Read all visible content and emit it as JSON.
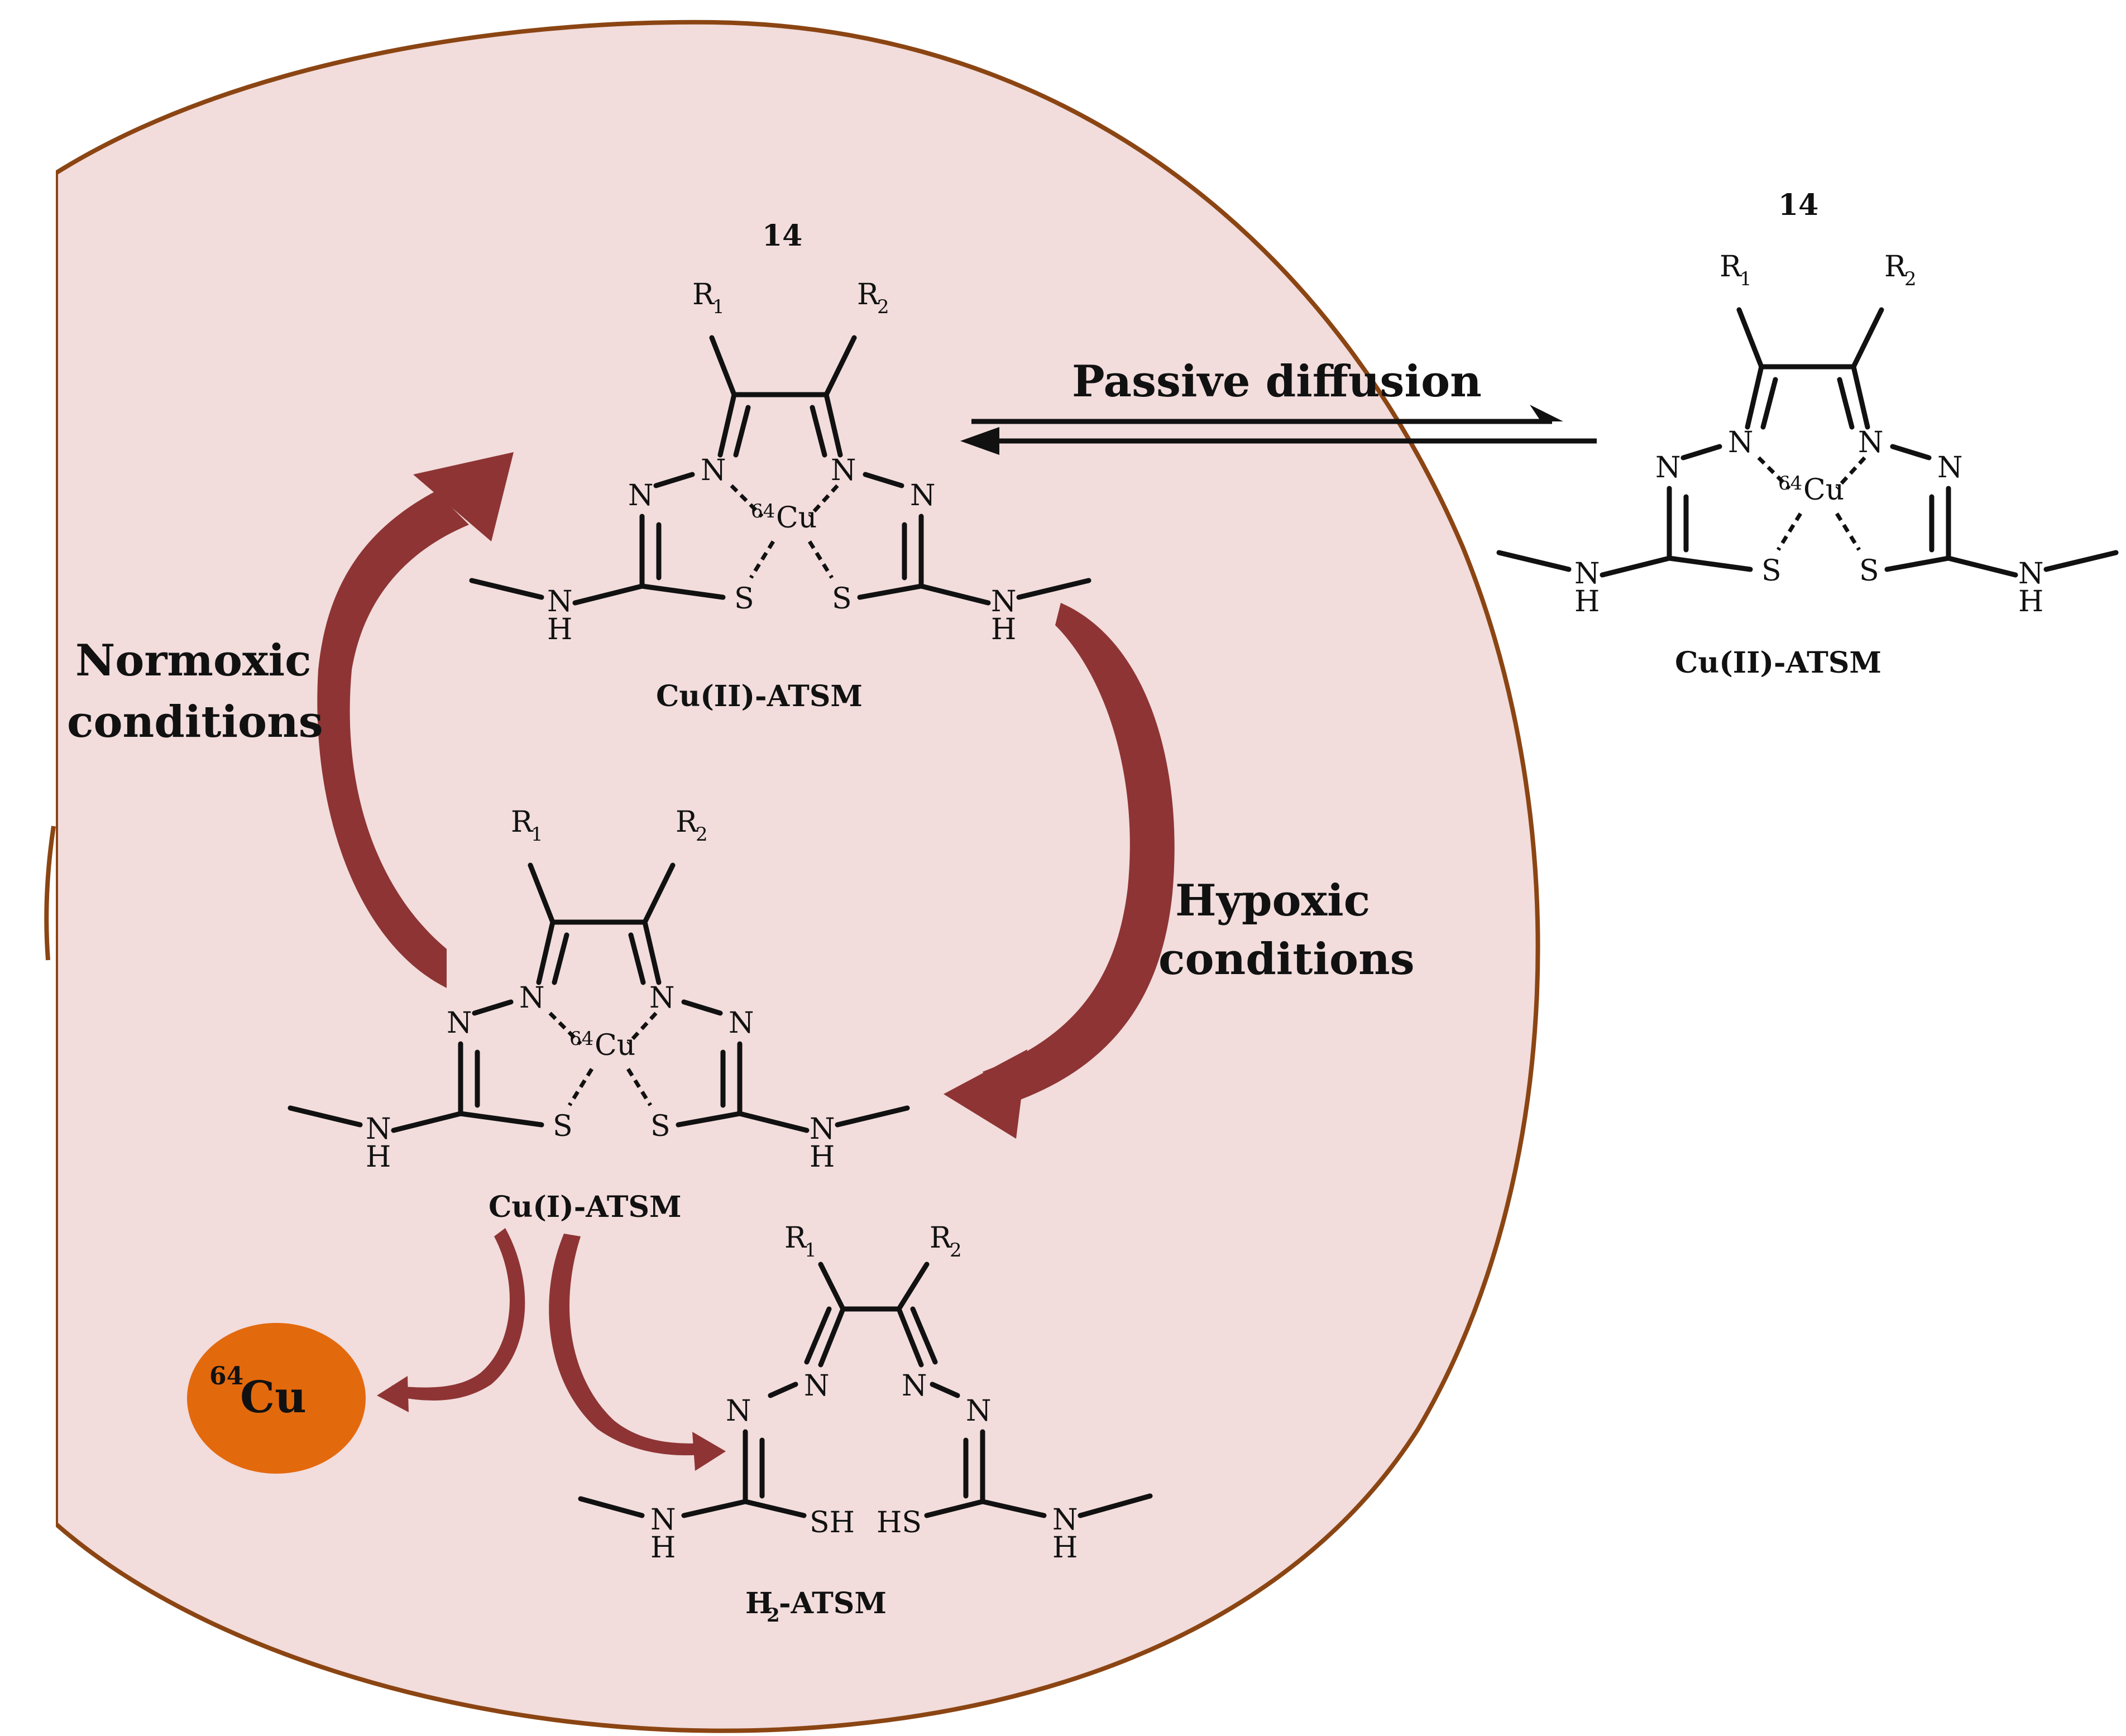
{
  "labels": {
    "compound_number_inside": "14",
    "compound_number_outside": "14",
    "passive_diffusion": "Passive diffusion",
    "normoxic_line1": "Normoxic",
    "normoxic_line2": "conditions",
    "hypoxic_line1": "Hypoxic",
    "hypoxic_line2": "conditions",
    "cu2_atsm_inside": "Cu(II)-ATSM",
    "cu2_atsm_outside": "Cu(II)-ATSM",
    "cu1_atsm": "Cu(I)-ATSM",
    "h2_atsm_H": "H",
    "h2_atsm_2": "2",
    "h2_atsm_rest": "-ATSM",
    "free_copper_mass": "64",
    "free_copper_symbol": "Cu"
  },
  "atoms": {
    "R": "R",
    "sub1": "1",
    "sub2": "2",
    "N": "N",
    "S": "S",
    "H": "H",
    "SH": "SH",
    "HS": "HS",
    "cu_mass": "64",
    "cu_symbol": "Cu"
  },
  "colors": {
    "cell_fill": "#f2dcdc",
    "cell_border": "#8b4513",
    "curved_arrow": "#8e3434",
    "copper_ball": "#e3690d",
    "text": "#111111"
  }
}
